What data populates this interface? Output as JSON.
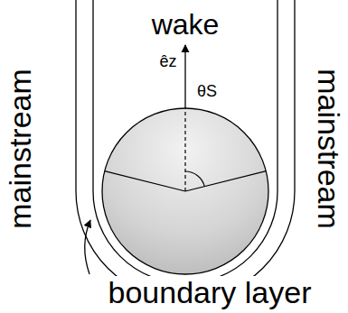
{
  "diagram": {
    "labels": [
      "wake",
      "êz",
      "θS",
      "mainstream",
      "mainstream",
      "boundary layer"
    ]
  }
}
